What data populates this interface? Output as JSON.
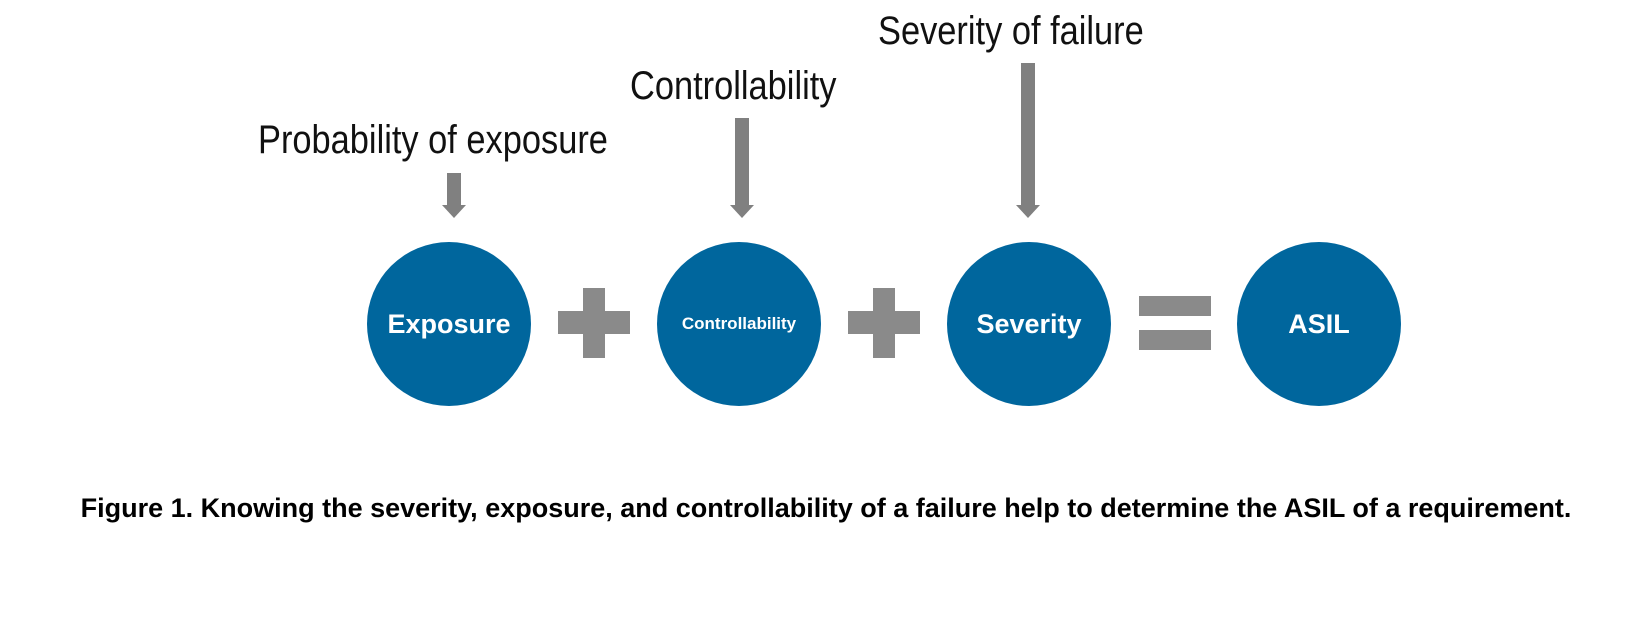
{
  "labels": {
    "exposure": "Probability of exposure",
    "controllability": "Controllability",
    "severity": "Severity of failure"
  },
  "circles": {
    "exposure": "Exposure",
    "controllability": "Controllability",
    "severity": "Severity",
    "asil": "ASIL"
  },
  "operators": [
    "plus",
    "plus",
    "equals"
  ],
  "caption": "Figure 1. Knowing the severity, exposure, and controllability of a failure help to determine the ASIL of a requirement.",
  "colors": {
    "circle_fill": "#00669d",
    "arrow": "#808080",
    "operator": "#8a8a8a"
  }
}
